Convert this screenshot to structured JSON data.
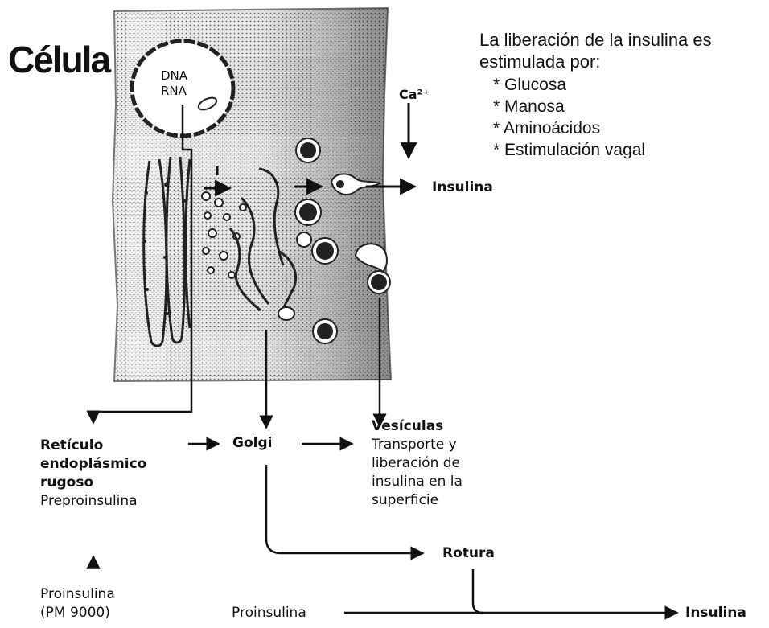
{
  "title": "Célula",
  "stimulation": {
    "intro": "La liberación de la insulina es estimulada por:",
    "items": [
      "* Glucosa",
      "* Manosa",
      "* Aminoácidos",
      "* Estimulación vagal"
    ]
  },
  "nucleus": {
    "line1": "DNA",
    "line2": "RNA"
  },
  "calcium": "Ca²⁺",
  "insulin_release": "Insulina",
  "reticulum": {
    "title": "Retículo endoplásmico rugoso",
    "subtitle": "Preproinsulina"
  },
  "golgi": "Golgi",
  "vesicles": {
    "title": "Vesículas",
    "description": "Transporte y liberación de insulina en la superficie"
  },
  "rotura": "Rotura",
  "proinsulin_pm": {
    "line1": "Proinsulina",
    "line2": "(PM 9000)"
  },
  "proinsulin": "Proinsulina",
  "final_insulin": "Insulina"
}
